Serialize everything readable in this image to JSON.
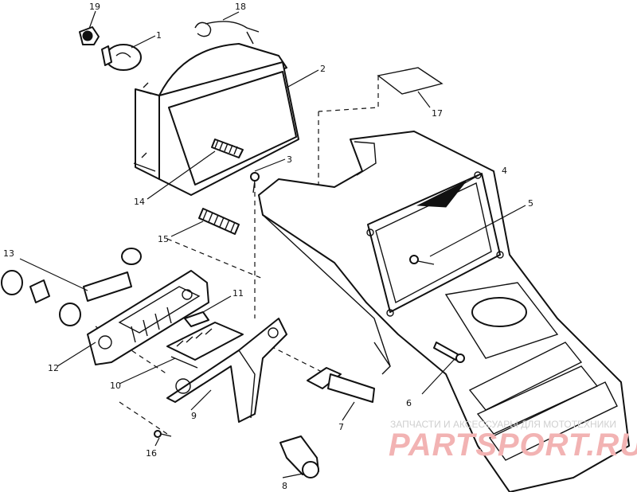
{
  "callouts": [
    {
      "id": "1",
      "label": "1"
    },
    {
      "id": "2",
      "label": "2"
    },
    {
      "id": "3",
      "label": "3"
    },
    {
      "id": "4",
      "label": "4"
    },
    {
      "id": "5",
      "label": "5"
    },
    {
      "id": "6",
      "label": "6"
    },
    {
      "id": "7",
      "label": "7"
    },
    {
      "id": "8",
      "label": "8"
    },
    {
      "id": "9",
      "label": "9"
    },
    {
      "id": "10",
      "label": "10"
    },
    {
      "id": "11",
      "label": "11"
    },
    {
      "id": "12",
      "label": "12"
    },
    {
      "id": "13",
      "label": "13"
    },
    {
      "id": "14",
      "label": "14"
    },
    {
      "id": "15",
      "label": "15"
    },
    {
      "id": "16",
      "label": "16"
    },
    {
      "id": "17",
      "label": "17"
    },
    {
      "id": "18",
      "label": "18"
    },
    {
      "id": "19",
      "label": "19"
    }
  ],
  "watermark": {
    "tagline": "ЗАПЧАСТИ И АКСЕССУАРЫ ДЛЯ МОТОТЕХНИКИ",
    "brand": "PARTSPORT.RU"
  },
  "colors": {
    "line": "#111111",
    "background": "#ffffff",
    "watermark_brand": "#f2b3b3",
    "watermark_text": "#cfcfcf"
  }
}
